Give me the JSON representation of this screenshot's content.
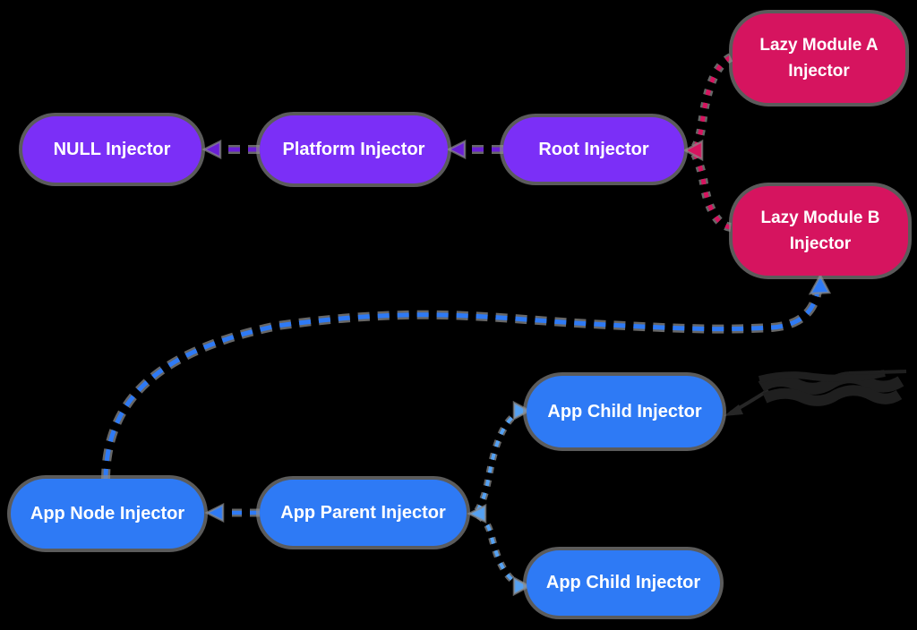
{
  "diagram": {
    "colors": {
      "purple": "#7b2ff7",
      "purple_arrow": "#6a1fd6",
      "pink": "#d6145f",
      "blue": "#2e7af5",
      "blue_branch": "#54a1f3",
      "outline": "#8a8a8a"
    },
    "nodes": {
      "null_injector": {
        "label": "NULL Injector",
        "color": "purple"
      },
      "platform_injector": {
        "label": "Platform Injector",
        "color": "purple"
      },
      "root_injector": {
        "label": "Root Injector",
        "color": "purple"
      },
      "lazy_module_a": {
        "label": "Lazy Module A Injector",
        "color": "pink"
      },
      "lazy_module_b": {
        "label": "Lazy Module B Injector",
        "color": "pink"
      },
      "app_node": {
        "label": "App Node Injector",
        "color": "blue"
      },
      "app_parent": {
        "label": "App Parent Injector",
        "color": "blue"
      },
      "app_child_top": {
        "label": "App Child Injector",
        "color": "blue"
      },
      "app_child_bottom": {
        "label": "App Child Injector",
        "color": "blue"
      }
    },
    "connections": [
      {
        "from": "root_injector",
        "to": "platform_injector",
        "style": "dashed",
        "color": "purple"
      },
      {
        "from": "platform_injector",
        "to": "null_injector",
        "style": "dashed",
        "color": "purple"
      },
      {
        "from": "lazy_module_a",
        "to": "root_injector",
        "style": "dashed",
        "color": "pink"
      },
      {
        "from": "lazy_module_b",
        "to": "root_injector",
        "style": "dashed",
        "color": "pink"
      },
      {
        "from": "app_node",
        "to": "lazy_module_b",
        "style": "dashed",
        "color": "blue"
      },
      {
        "from": "app_parent",
        "to": "app_node",
        "style": "dashed",
        "color": "blue"
      },
      {
        "from": "app_child_top",
        "to": "app_parent",
        "style": "dashed",
        "color": "blue_branch"
      },
      {
        "from": "app_child_bottom",
        "to": "app_parent",
        "style": "dashed",
        "color": "blue_branch"
      }
    ],
    "annotation": {
      "description": "illegible dark scribbled note with dark arrow pointing at upper App Child Injector"
    }
  }
}
